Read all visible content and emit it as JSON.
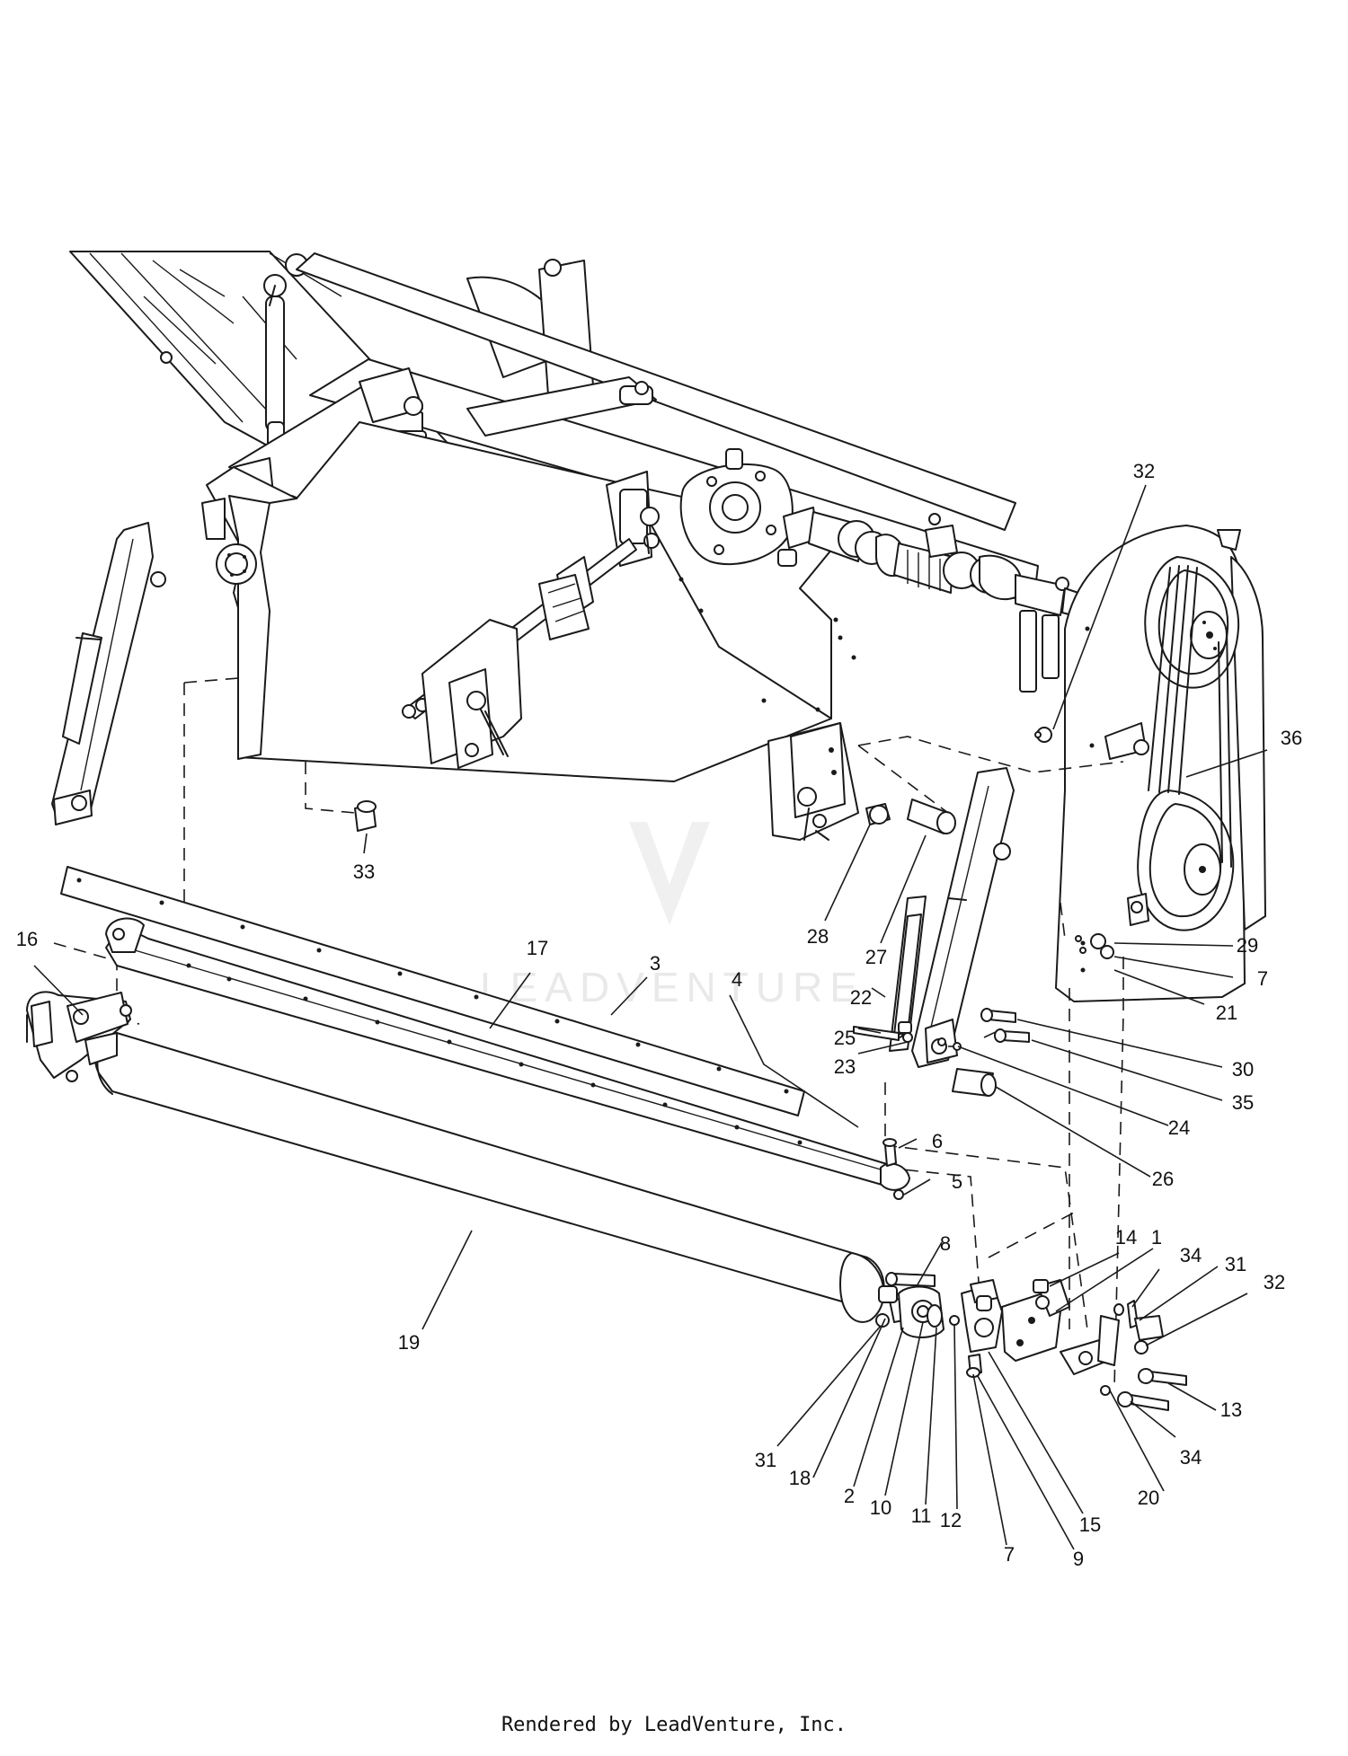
{
  "diagram": {
    "watermark": "LEADVENTURE",
    "footer": "Rendered by LeadVenture, Inc.",
    "callouts": [
      {
        "id": "c32a",
        "label": "32"
      },
      {
        "id": "c36",
        "label": "36"
      },
      {
        "id": "c33",
        "label": "33"
      },
      {
        "id": "c16",
        "label": "16"
      },
      {
        "id": "c17",
        "label": "17"
      },
      {
        "id": "c3",
        "label": "3"
      },
      {
        "id": "c4",
        "label": "4"
      },
      {
        "id": "c28",
        "label": "28"
      },
      {
        "id": "c27",
        "label": "27"
      },
      {
        "id": "c29",
        "label": "29"
      },
      {
        "id": "c7a",
        "label": "7"
      },
      {
        "id": "c21",
        "label": "21"
      },
      {
        "id": "c22",
        "label": "22"
      },
      {
        "id": "c25",
        "label": "25"
      },
      {
        "id": "c23",
        "label": "23"
      },
      {
        "id": "c30",
        "label": "30"
      },
      {
        "id": "c35",
        "label": "35"
      },
      {
        "id": "c24",
        "label": "24"
      },
      {
        "id": "c26",
        "label": "26"
      },
      {
        "id": "c6",
        "label": "6"
      },
      {
        "id": "c5",
        "label": "5"
      },
      {
        "id": "c19",
        "label": "19"
      },
      {
        "id": "c8",
        "label": "8"
      },
      {
        "id": "c14",
        "label": "14"
      },
      {
        "id": "c1",
        "label": "1"
      },
      {
        "id": "c34a",
        "label": "34"
      },
      {
        "id": "c31a",
        "label": "31"
      },
      {
        "id": "c32b",
        "label": "32"
      },
      {
        "id": "c13",
        "label": "13"
      },
      {
        "id": "c34b",
        "label": "34"
      },
      {
        "id": "c20",
        "label": "20"
      },
      {
        "id": "c15",
        "label": "15"
      },
      {
        "id": "c9",
        "label": "9"
      },
      {
        "id": "c7b",
        "label": "7"
      },
      {
        "id": "c12",
        "label": "12"
      },
      {
        "id": "c11",
        "label": "11"
      },
      {
        "id": "c10",
        "label": "10"
      },
      {
        "id": "c2",
        "label": "2"
      },
      {
        "id": "c18",
        "label": "18"
      },
      {
        "id": "c31b",
        "label": "31"
      }
    ]
  }
}
